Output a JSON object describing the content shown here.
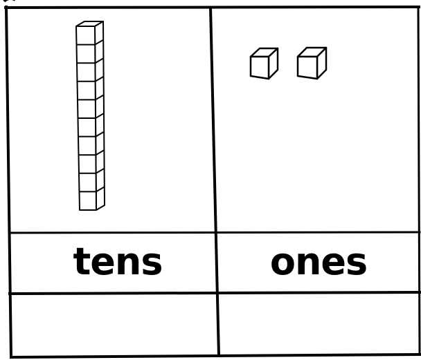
{
  "place_value_chart": {
    "columns": [
      {
        "label": "tens",
        "blocks": 1,
        "block_type": "ten-rod"
      },
      {
        "label": "ones",
        "blocks": 2,
        "block_type": "unit-cube"
      }
    ],
    "answer_row": [
      "",
      ""
    ],
    "colors": {
      "ink": "#000000",
      "paper": "#ffffff"
    }
  }
}
